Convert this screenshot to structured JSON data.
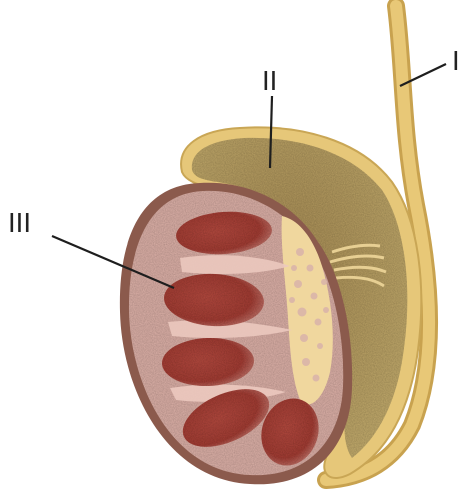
{
  "labels": {
    "vas_deferens": "I",
    "epididymis": "II",
    "lobules": "III"
  },
  "colors": {
    "background": "#ffffff",
    "tunica": "#8b5a4c",
    "testis_tissue": "#d9aaa2",
    "lobule": "#a9443a",
    "epididymis": "#b9a263",
    "duct": "#e7c979",
    "duct_outline": "#c9a655",
    "rete": "#efd6a1",
    "label_line": "#1e1e1e"
  }
}
